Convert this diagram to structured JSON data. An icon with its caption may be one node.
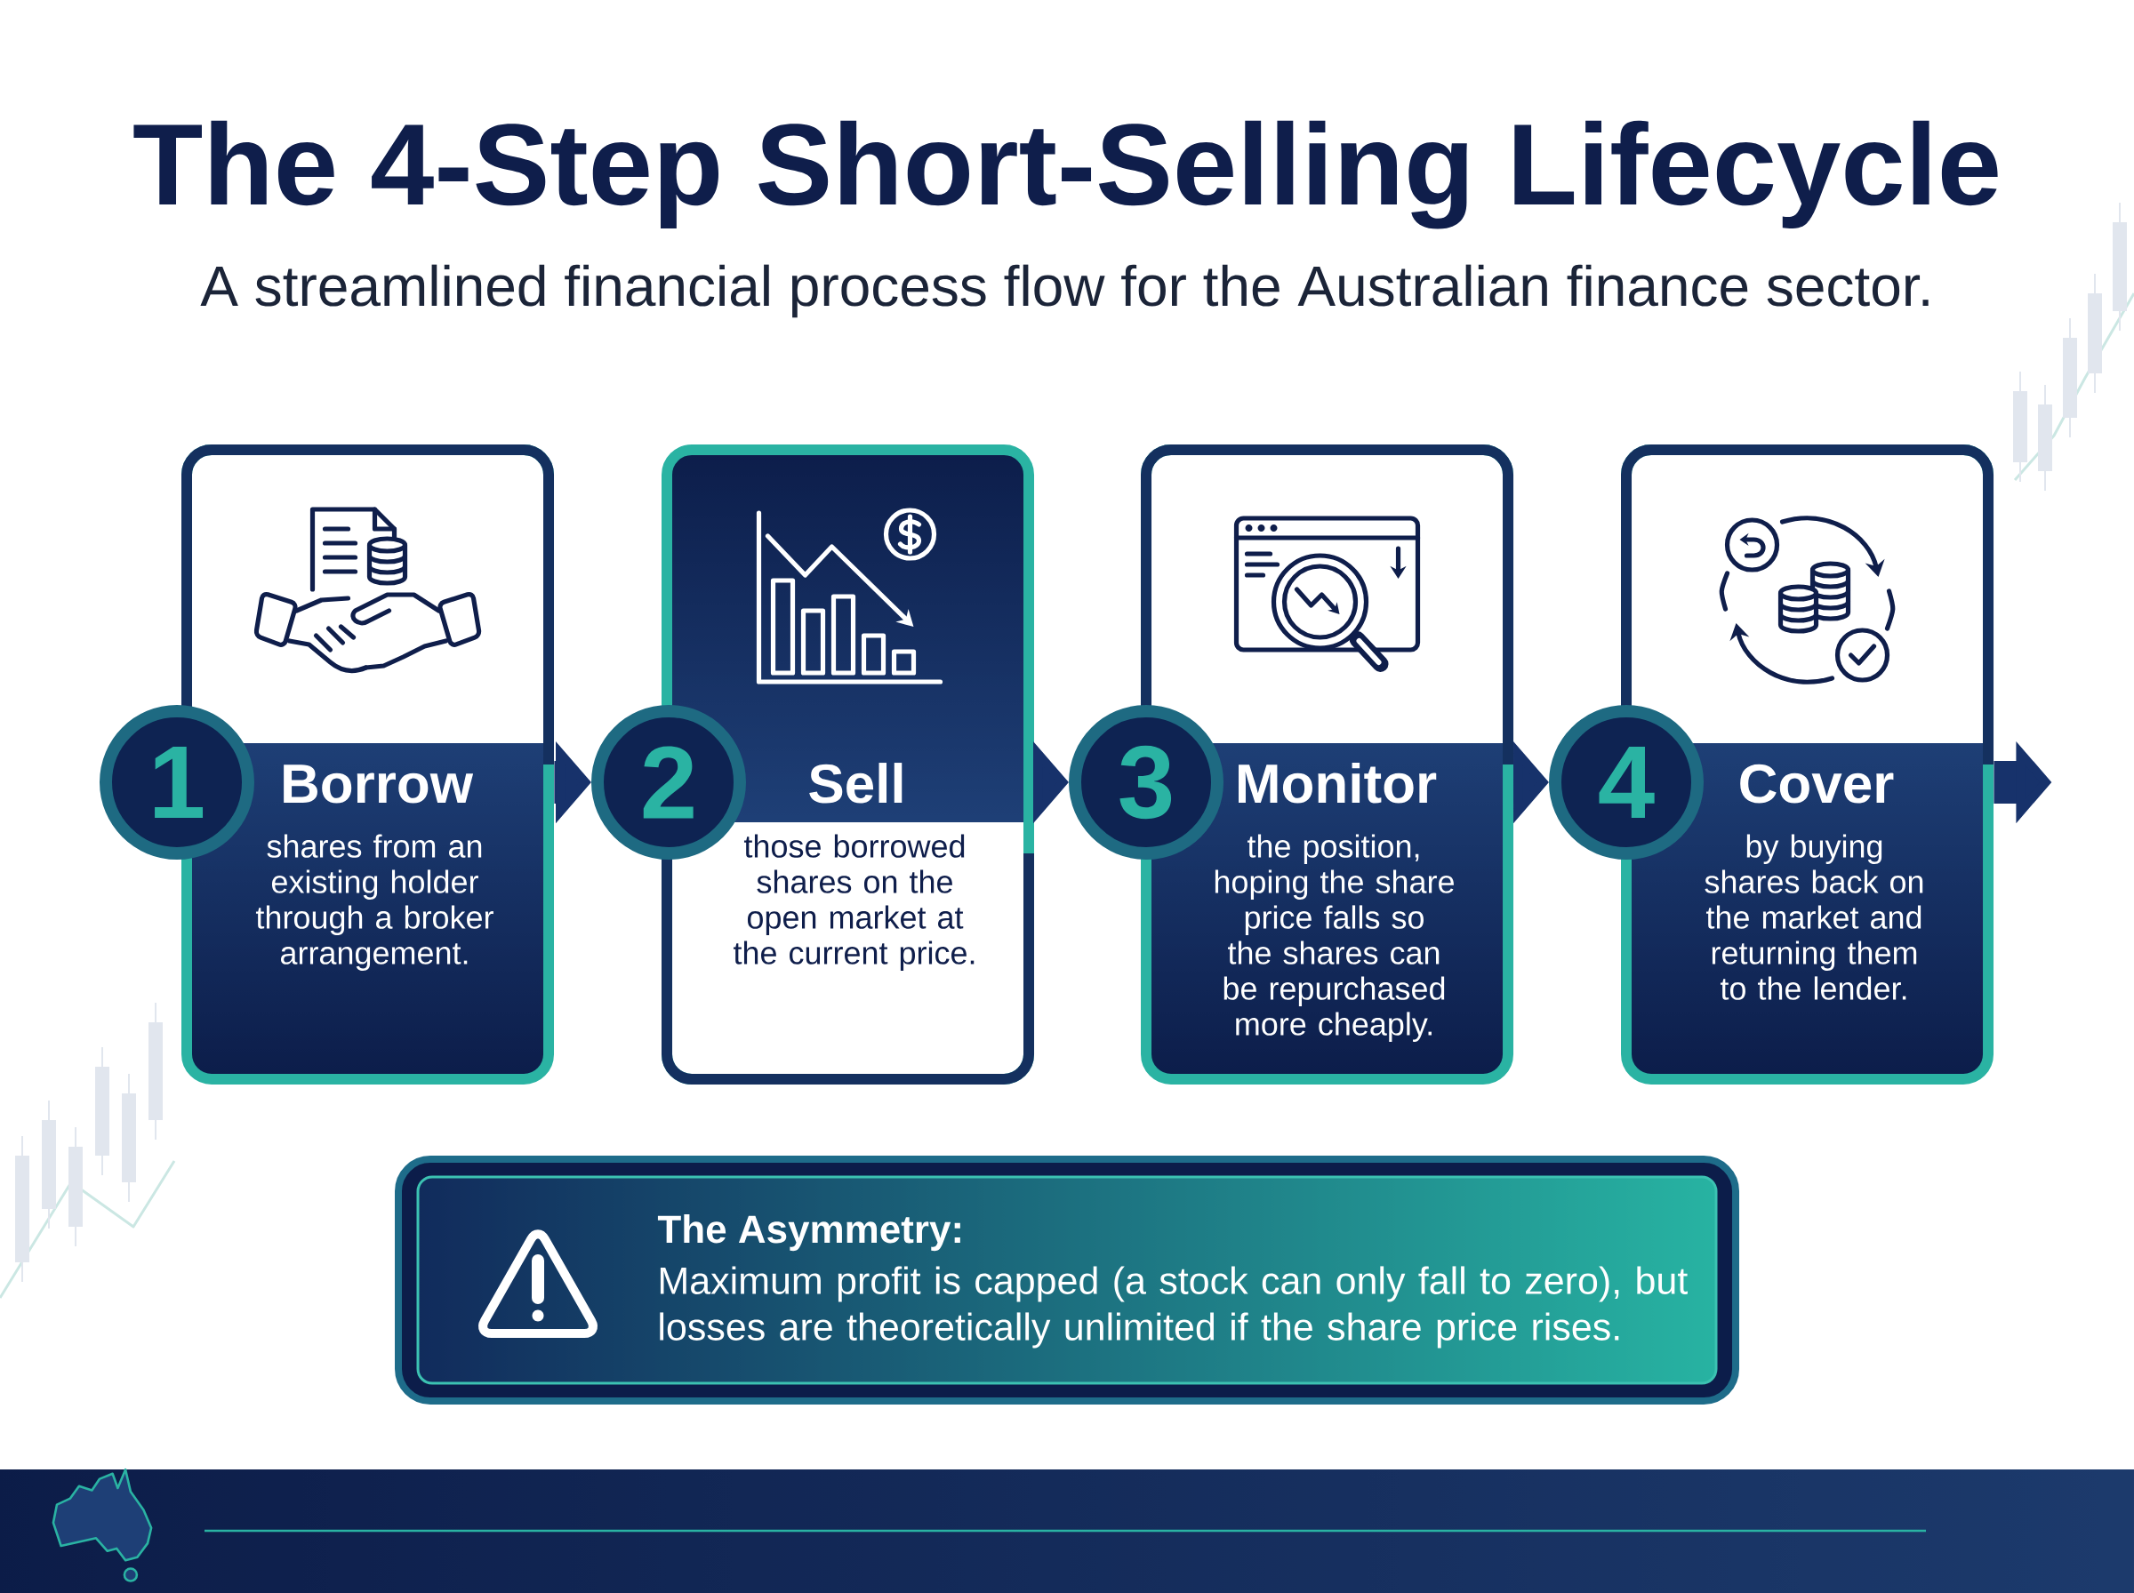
{
  "diagram": {
    "title": "The 4-Step Short-Selling Lifecycle",
    "nodes": [
      {
        "text": [
          "1"
        ]
      },
      {
        "text": [
          "Borrow",
          "shares from an existing holder through a broker arrangement."
        ]
      },
      {
        "text": [
          "2"
        ]
      },
      {
        "text": [
          "Sell",
          "those borrowed shares on the open market at the current price."
        ]
      },
      {
        "text": [
          "3"
        ]
      },
      {
        "text": [
          "Monitor",
          "the position, hoping the share price falls so the shares can be repurchased more cheaply."
        ]
      },
      {
        "text": [
          "4"
        ]
      },
      {
        "text": [
          "Cover",
          "by buying shares back on the market and returning them to the lender."
        ]
      },
      {
        "text": [
          "The Asymmetry:",
          "Maximum profit is capped (a stock can only fall to zero), but losses are theoretically unlimited if the share price rises."
        ]
      }
    ],
    "edges": [
      {
        "from": 1,
        "to": 2,
        "arrow": "to"
      },
      {
        "from": 3,
        "to": 4,
        "arrow": "to"
      },
      {
        "from": 5,
        "to": 6,
        "arrow": "to"
      },
      {
        "from": 7,
        "to": null,
        "arrow": "to"
      }
    ],
    "labels": [
      "A streamlined financial process flow for the Australian finance sector."
    ]
  }
}
